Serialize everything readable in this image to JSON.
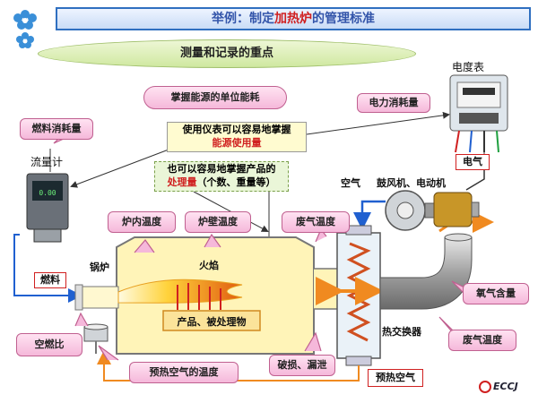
{
  "title": {
    "prefix": "举例：制定",
    "highlight": "加热炉",
    "suffix": "的管理标准"
  },
  "subtitle": "测量和记录的重点",
  "labels": {
    "meter_title": "电度表",
    "power_consumption": "电力消耗量",
    "electricity": "电气",
    "unit_energy": "掌握能源的单位能耗",
    "fuel_consumption": "燃料消耗量",
    "flowmeter": "流量计",
    "instrument_line1": "使用仪表可以容易地掌握",
    "instrument_line2": "能源使用量",
    "product_line1": "也可以容易地掌握产品的",
    "product_line2_red": "处理量",
    "product_line2_rest": "（个数、重量等）",
    "air": "空气",
    "blower": "鼓风机、电动机",
    "furnace_temp": "炉内温度",
    "wall_temp": "炉壁温度",
    "exhaust_temp_top": "废气温度",
    "boiler": "锅炉",
    "flame": "火焰",
    "fuel": "燃料",
    "products": "产品、被处理物",
    "oxygen": "氧气含量",
    "heat_exchanger": "热交换器",
    "exhaust_temp_bottom": "废气温度",
    "air_fuel_ratio": "空燃比",
    "preheat_temp": "预热空气的温度",
    "damage_leak": "破损、漏泄",
    "preheat_air": "预热空气",
    "logo": "ECCJ"
  },
  "colors": {
    "pink": "#f5b8da",
    "furnace": "#fff4b8",
    "pipe": "#a9a9a9",
    "arrow_orange": "#f08a20",
    "arrow_blue": "#2060d0"
  }
}
